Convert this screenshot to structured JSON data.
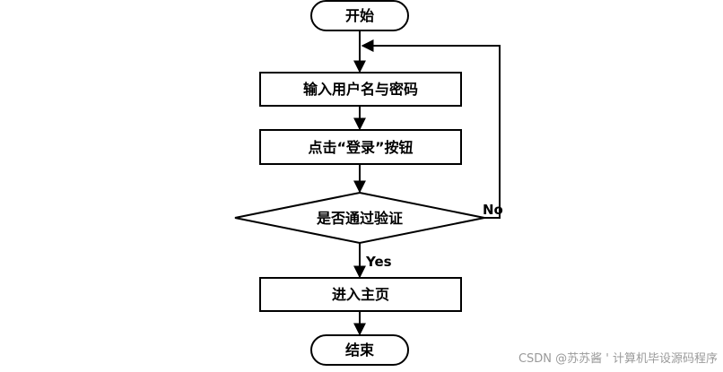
{
  "nodes": {
    "start": "开始",
    "input": "输入用户名与密码",
    "click": "点击“登录”按钮",
    "decision": "是否通过验证",
    "home": "进入主页",
    "end": "结束"
  },
  "edges": {
    "yes": "Yes",
    "no": "No"
  },
  "watermark": "CSDN @苏苏酱 ' 计算机毕设源码程序"
}
